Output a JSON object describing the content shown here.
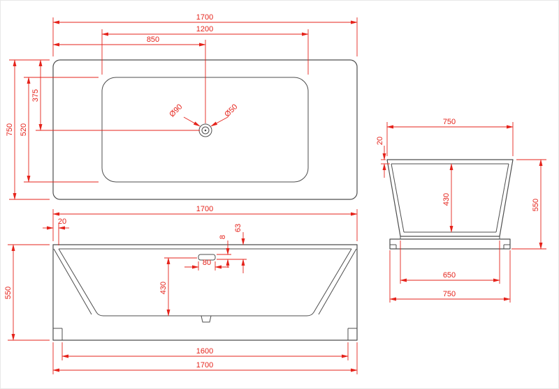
{
  "title": "Bathtub technical dimension drawing",
  "colors": {
    "dimension_red": "#e5231b",
    "object_line": "#4d4d4d",
    "background": "#ffffff"
  },
  "drawing": {
    "plan": {
      "overall_width": "1700",
      "basin_width": "1200",
      "edge_to_drain": "850",
      "overall_depth": "750",
      "basin_depth": "520",
      "edge_to_drain_depth": "375",
      "drain_outer_diameter": "Ø90",
      "drain_inner_diameter": "Ø50"
    },
    "front": {
      "overall_width_top": "1700",
      "rim_thickness": "20",
      "overall_height": "550",
      "inner_depth": "430",
      "overflow_drop": "63",
      "overflow_height": "8",
      "overflow_width": "80",
      "base_width": "1600",
      "overall_width_bottom": "1700"
    },
    "side": {
      "overall_width_top": "750",
      "rim_thickness": "20",
      "inner_depth": "430",
      "overall_height": "550",
      "base_width": "650",
      "overall_width_bottom": "750"
    }
  }
}
